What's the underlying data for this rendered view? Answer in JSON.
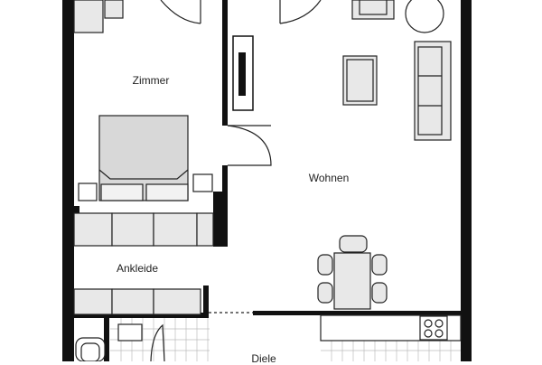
{
  "rooms": {
    "zimmer": "Zimmer",
    "wohnen": "Wohnen",
    "ankleide": "Ankleide",
    "diele": "Diele"
  },
  "colors": {
    "wall": "#111111",
    "furniture_stroke": "#222222",
    "furniture_fill": "#e8e8e8",
    "floor": "#ffffff",
    "tile_line": "#bdbdbd"
  },
  "icons": [
    "bed-icon",
    "sofa-icon",
    "armchair-icon",
    "dining-table-icon",
    "stove-icon",
    "bathtub-icon",
    "door-swing-icon",
    "fireplace-icon"
  ]
}
